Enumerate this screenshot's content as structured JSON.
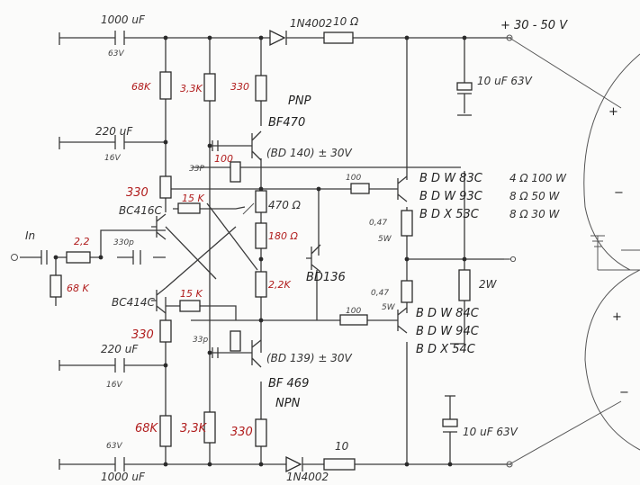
{
  "supply": {
    "positive": "+ 30 - 50 V",
    "diode_top": "1N4002",
    "diode_bottom": "1N4002",
    "res_top": "10 Ω",
    "res_bottom": "10",
    "cap_top_right": "10 uF 63V",
    "cap_bottom_right": "10 uF 63V"
  },
  "input": {
    "label": "In"
  },
  "caps": {
    "c1000_top": "1000 uF",
    "c1000_top_v": "63V",
    "c220_top": "220 uF",
    "c220_top_v": "16V",
    "c220_bot": "220 uF",
    "c220_bot_v": "16V",
    "c1000_bot": "1000 uF",
    "c1000_bot_v": "63V",
    "c330p": "330p",
    "c33p_top": "33P",
    "c33p_bot": "33p"
  },
  "resistors": {
    "r68k_top": "68K",
    "r33k_top": "3,3K",
    "r330_top": "330",
    "r330_left_top": "330",
    "r15k_top": "15 K",
    "r100_small": "100",
    "r470": "470 Ω",
    "r180": "180 Ω",
    "r22k": "2,2K",
    "r100_top_out": "100",
    "r047_top": "0,47",
    "r047_top_w": "5W",
    "r047_bot": "0,47",
    "r047_bot_w": "5W",
    "r2w": "2W",
    "r100_bot_out": "100",
    "r22_in": "2,2",
    "r68k_in": "68 K",
    "r15k_bot": "15 K",
    "r330_left_bot": "330",
    "r68k_bot": "68K",
    "r33k_bot": "3,3K",
    "r330_bot": "330"
  },
  "transistors": {
    "pnp_type": "PNP",
    "pnp_name": "BF470",
    "pnp_alt": "(BD 140) ± 30V",
    "npn_type": "NPN",
    "npn_name": "BF 469",
    "npn_alt": "(BD 139) ± 30V",
    "q_bc416": "BC416C",
    "q_bc414": "BC414C",
    "q_bd136": "BD136"
  },
  "outputs": {
    "top_rows": [
      "B D W  83C",
      "B D W  93C",
      "B D X  53C"
    ],
    "top_ratings": [
      "4 Ω  100 W",
      "8 Ω  50 W",
      "8 Ω  30 W"
    ],
    "bot_rows": [
      "B D W  84C",
      "B D W  94C",
      "B D X  54C"
    ]
  },
  "speaker": {
    "plus_top": "+",
    "minus_top": "−",
    "plus_bot": "+",
    "minus_bot": "−"
  }
}
